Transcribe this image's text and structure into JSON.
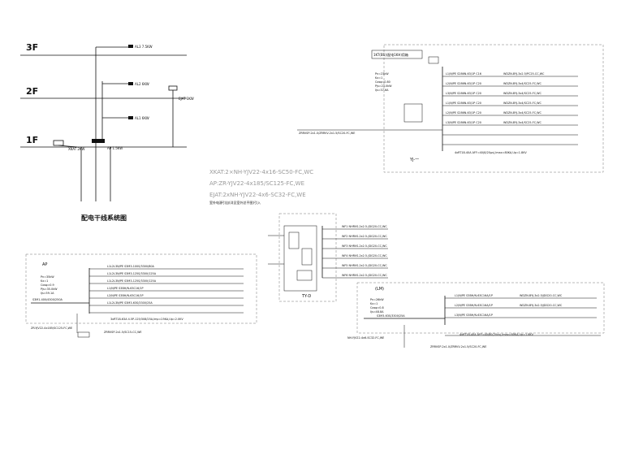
{
  "riser": {
    "floors": [
      "3F",
      "2F",
      "1F"
    ],
    "labels": [
      "AL3 7.5KW",
      "AL2 6KW",
      "AL1 6KW",
      "EJAT 3KW",
      "XKAT 2KW",
      "AP 1.5KW"
    ],
    "cables": [
      "XKAT:2×NH-YJV22-4x16-SC50-FC,WC",
      "AP:ZR-YJV22-4x185/SC125-FC,WE",
      "EJAT:2xNH-YJV22-4x6-SC32-FC,WE"
    ],
    "note": "室外电源引自(详见室外总平图)引入",
    "title": "配电干线系统图"
  },
  "panel_tr": {
    "header": "1KT(BS)(配电1KH)用箱",
    "params": [
      "Pn=23kW",
      "Kx=1",
      "Cosφ=0.80",
      "Pjs=23.0kW",
      "Ijs=37.6A"
    ],
    "incoming": "ZRRVSP-2x1.0/ZRRVV-2x1.5/SC20-FC,WE",
    "circuits": [
      "L1/N/PE S286N-63/1P C16",
      "L2/N/PE S286N-63/1P C20",
      "L3/N/PE S286N-63/1P C20",
      "L1/N/PE S286N-63/1P C20",
      "L2/N/PE S286N-63/1P C20",
      "L3/N/PE S286N-63/1P C20"
    ],
    "cables_out": [
      "WDZN-BYJ-3x2.5/PC25-CC,WC",
      "WDZN-BYJ-3x4/SC25-FC,WC",
      "WDZN-BYJ-3x4/SC25-FC,WC",
      "WDZN-BYJ-3x4/SC25-FC,WC",
      "WDZN-BYJ-3x4/SC25-FC,WC",
      "WDZN-BYJ-3x4/SC25-FC,WC"
    ],
    "spd": "4xRT18-40A AFF=40(8/20μs),Imax=80KA,Up=1.8KV",
    "caption": "YJ-一"
  },
  "panel_mid": {
    "circuits": [
      "WF1 NHRVS-2x2.5-JDG20-CC,WC",
      "WF2 NHRVS-2x2.5-JDG20-CC,WC",
      "WF3 NHRVS-2x2.5-JDG20-CC,WC",
      "WF4 NHRVS-2x2.5-JDG20-CC,WC",
      "WF5 NHRVS-2x2.5-JDG20-CC,WC",
      "WF6 NHRVS-2x2.5-JDG20-CC,WC"
    ],
    "caption": "TY-D"
  },
  "panel_bl": {
    "header": "AP",
    "params": [
      "Pn=35kW",
      "Kx=1",
      "Cosφ=0.9",
      "Pjs=35.0kW",
      "Ijs=59.1A"
    ],
    "main_breaker": "S3M1-400/4300/250A",
    "circuits": [
      "L1L2L3N/PE S3M3-100S/3300/80A",
      "L1L2L3N/PE S3M3-125S/3300/125A",
      "L1L2L3N/PE S3M3-125S/3300/125A",
      "L1/N/PE S3BH/N-63C16/1P",
      "L2/N/PE S3BH/N-63C16/1P",
      "L1L2L3N/PE S3M3-63S/3300/25A"
    ],
    "spd": "3xRT18-63A 4.5P-125/308/25A,Imp=25KA,Up=2.0KV",
    "incoming": "ZR-YJV22-4x185/SC125-FC,WE",
    "note": "ZRRVSP-2x1.5/SC15-CC,WE"
  },
  "panel_br": {
    "header": "(LM)",
    "params": [
      "Pn=26kW",
      "Kx=1",
      "Cosφ=0.8",
      "Ijs=48.8A"
    ],
    "main_breaker": "S3M3-63S/3300/25A",
    "circuits": [
      "L1/N/PE S3BH/N-63C16A/1P",
      "L2/N/PE S3BH/N-63C16A/1P",
      "L3/N/PE S3BH/N-63C16A/1P"
    ],
    "cables_out": [
      "WDZN-BYJ-3x2.5/JDG20-CC,WC",
      "WDZN-BYJ-3x2.5/JDG20-CC,WC"
    ],
    "spd": "4xRT18-40A AFF=40/80(20us),Imax=80KA,Up=1.8KV",
    "incoming": "NH-YJV22-4x6-SC32-FC,WE",
    "note": "ZRRVSP-2x1.0/ZRRVV-2x1.5/SC20-FC,WE"
  }
}
